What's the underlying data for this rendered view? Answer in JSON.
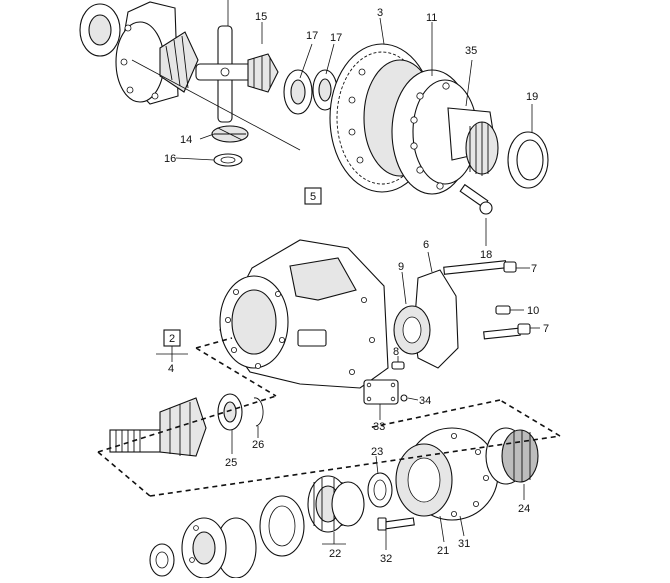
{
  "diagram": {
    "callouts": {
      "c3": "3",
      "c11": "11",
      "c15": "15",
      "c17a": "17",
      "c17b": "17",
      "c35": "35",
      "c19": "19",
      "c14": "14",
      "c16": "16",
      "c18": "18",
      "c5": "5",
      "c6": "6",
      "c9": "9",
      "c7a": "7",
      "c10": "10",
      "c7b": "7",
      "c2": "2",
      "c4": "4",
      "c8": "8",
      "c34": "34",
      "c33": "33",
      "c25": "25",
      "c26": "26",
      "c23": "23",
      "c24": "24",
      "c22": "22",
      "c32": "32",
      "c21": "21",
      "c31": "31"
    }
  }
}
